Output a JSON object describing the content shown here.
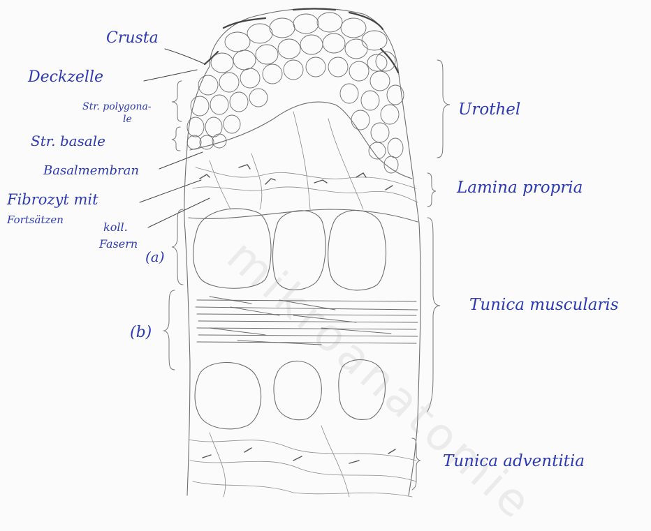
{
  "labels": {
    "crusta": "Crusta",
    "deckzelle": "Deckzelle",
    "str_polygonale_1": "Str. polygona-",
    "str_polygonale_2": "le",
    "str_basale": "Str. basale",
    "basalmembran": "Basalmembran",
    "fibrozyt_1": "Fibrozyt mit",
    "fibrozyt_2": "Fortsätzen",
    "koll_1": "koll.",
    "koll_2": "Fasern",
    "sub_a": "(a)",
    "sub_b": "(b)",
    "urothel": "Urothel",
    "lamina_propria": "Lamina propria",
    "tunica_muscularis": "Tunica muscularis",
    "tunica_adventitia": "Tunica adventitia"
  },
  "watermark": "mikroanatomie",
  "colors": {
    "ink": "#2c39b4",
    "pencil": "#6e6e6e"
  }
}
